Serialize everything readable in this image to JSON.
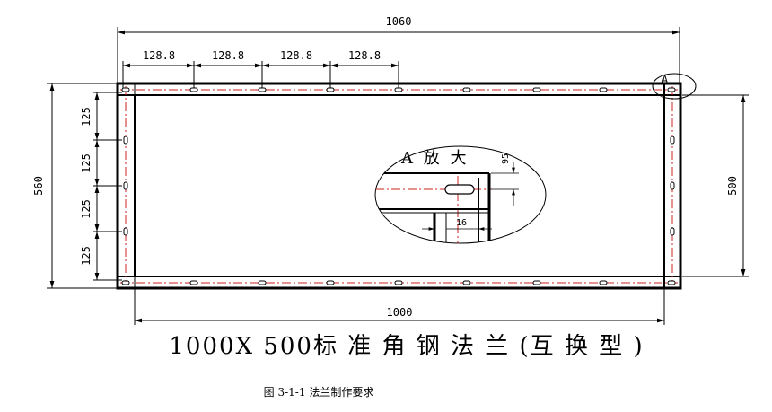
{
  "drawing": {
    "overall_width": "1060",
    "hole_pitch": "128.8",
    "overall_height": "560",
    "vertical_pitch": "125",
    "inner_width": "1000",
    "inner_height": "500",
    "detail_tag": "A",
    "detail_title": "A 放 大",
    "detail_dim_95": "95",
    "detail_dim_16": "16"
  },
  "title": "1000X 500标 准 角 钢 法 兰 (互 换 型 )",
  "caption": "图 3-1-1  法兰制作要求",
  "colors": {
    "line": "#000000",
    "centerline": "#cc2222"
  }
}
